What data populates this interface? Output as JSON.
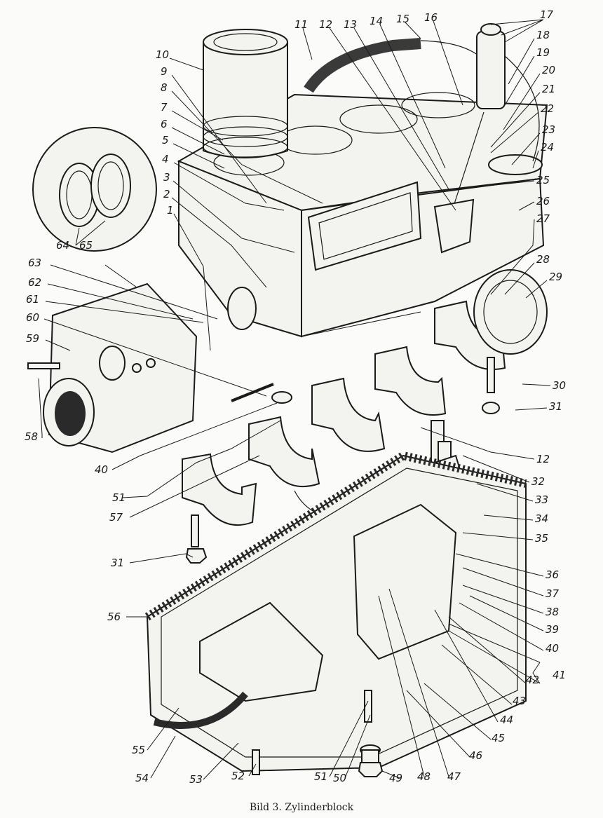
{
  "caption": "Bild 3. Zylinderblock",
  "callouts": [
    "1",
    "2",
    "3",
    "4",
    "5",
    "6",
    "7",
    "8",
    "9",
    "10",
    "11",
    "12",
    "13",
    "14",
    "15",
    "16",
    "17",
    "18",
    "19",
    "20",
    "21",
    "22",
    "23",
    "24",
    "25",
    "26",
    "27",
    "28",
    "29",
    "30",
    "31",
    "12",
    "32",
    "33",
    "34",
    "35",
    "36",
    "37",
    "38",
    "39",
    "40",
    "41",
    "42",
    "43",
    "44",
    "45",
    "46",
    "47",
    "48",
    "49",
    "50",
    "51",
    "52",
    "53",
    "54",
    "55",
    "56",
    "57",
    "31",
    "51",
    "40",
    "58",
    "59",
    "60",
    "61",
    "62",
    "63",
    "64",
    "65"
  ],
  "colors": {
    "ink": "#1a1a1a",
    "paper": "#fbfbf9",
    "part_fill": "#f3f3f0"
  }
}
